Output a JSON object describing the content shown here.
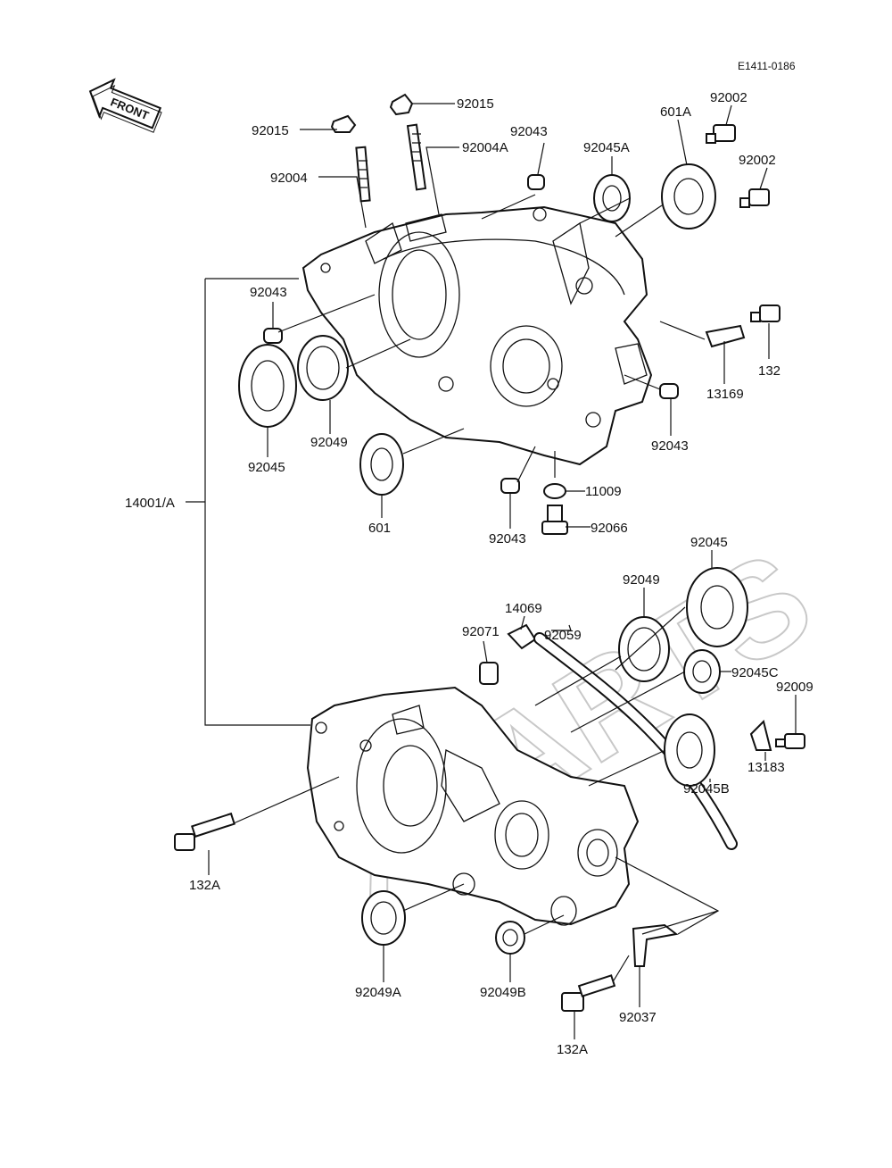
{
  "diagram_code": "E1411-0186",
  "front_label": "FRONT",
  "watermark": "XPARTS",
  "labels": {
    "l92015a": "92015",
    "l92015b": "92015",
    "l92004": "92004",
    "l92004A": "92004A",
    "l92043top": "92043",
    "l92045A": "92045A",
    "l601A": "601A",
    "l92002a": "92002",
    "l92002b": "92002",
    "l92043left": "92043",
    "l92045left": "92045",
    "l92049left": "92049",
    "l601": "601",
    "l132": "132",
    "l13169": "13169",
    "l92043right": "92043",
    "l11009": "11009",
    "l92043mid": "92043",
    "l92066": "92066",
    "l14001A": "14001/A",
    "l14069": "14069",
    "l92071": "92071",
    "l92059": "92059",
    "l92049right": "92049",
    "l92045right": "92045",
    "l92045C": "92045C",
    "l92009": "92009",
    "l13183": "13183",
    "l92045B": "92045B",
    "l132Aleft": "132A",
    "l92049A": "92049A",
    "l92049B": "92049B",
    "l92037": "92037",
    "l132Abottom": "132A"
  }
}
